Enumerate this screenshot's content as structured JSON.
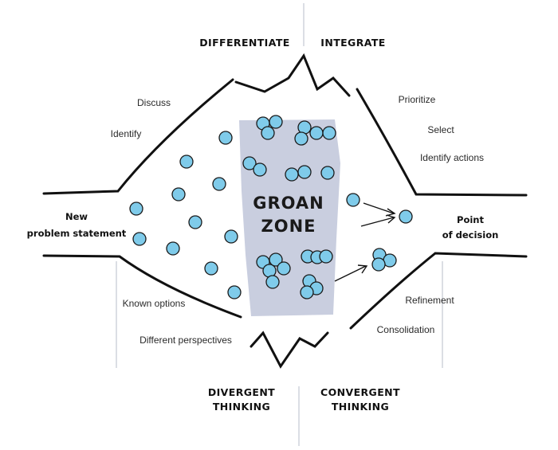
{
  "headers": {
    "differentiate": "DIFFERENTIATE",
    "integrate": "INTEGRATE",
    "divergent_line1": "DIVERGENT",
    "divergent_line2": "THINKING",
    "convergent_line1": "CONVERGENT",
    "convergent_line2": "THINKING"
  },
  "left_labels": {
    "discuss": "Discuss",
    "identify": "Identify",
    "known_options": "Known options",
    "different_perspectives": "Different perspectives"
  },
  "right_labels": {
    "prioritize": "Prioritize",
    "select": "Select",
    "identify_actions": "Identify actions",
    "refinement": "Refinement",
    "consolidation": "Consolidation"
  },
  "start": {
    "line1": "New",
    "line2": "problem statement"
  },
  "end": {
    "line1": "Point",
    "line2": "of decision"
  },
  "center": {
    "line1": "GROAN",
    "line2": "ZONE"
  },
  "colors": {
    "idea_dot": "#7fcbea",
    "groan_zone": "#c9cedf",
    "outline": "#111111",
    "guide_line": "#cfd3dc"
  }
}
